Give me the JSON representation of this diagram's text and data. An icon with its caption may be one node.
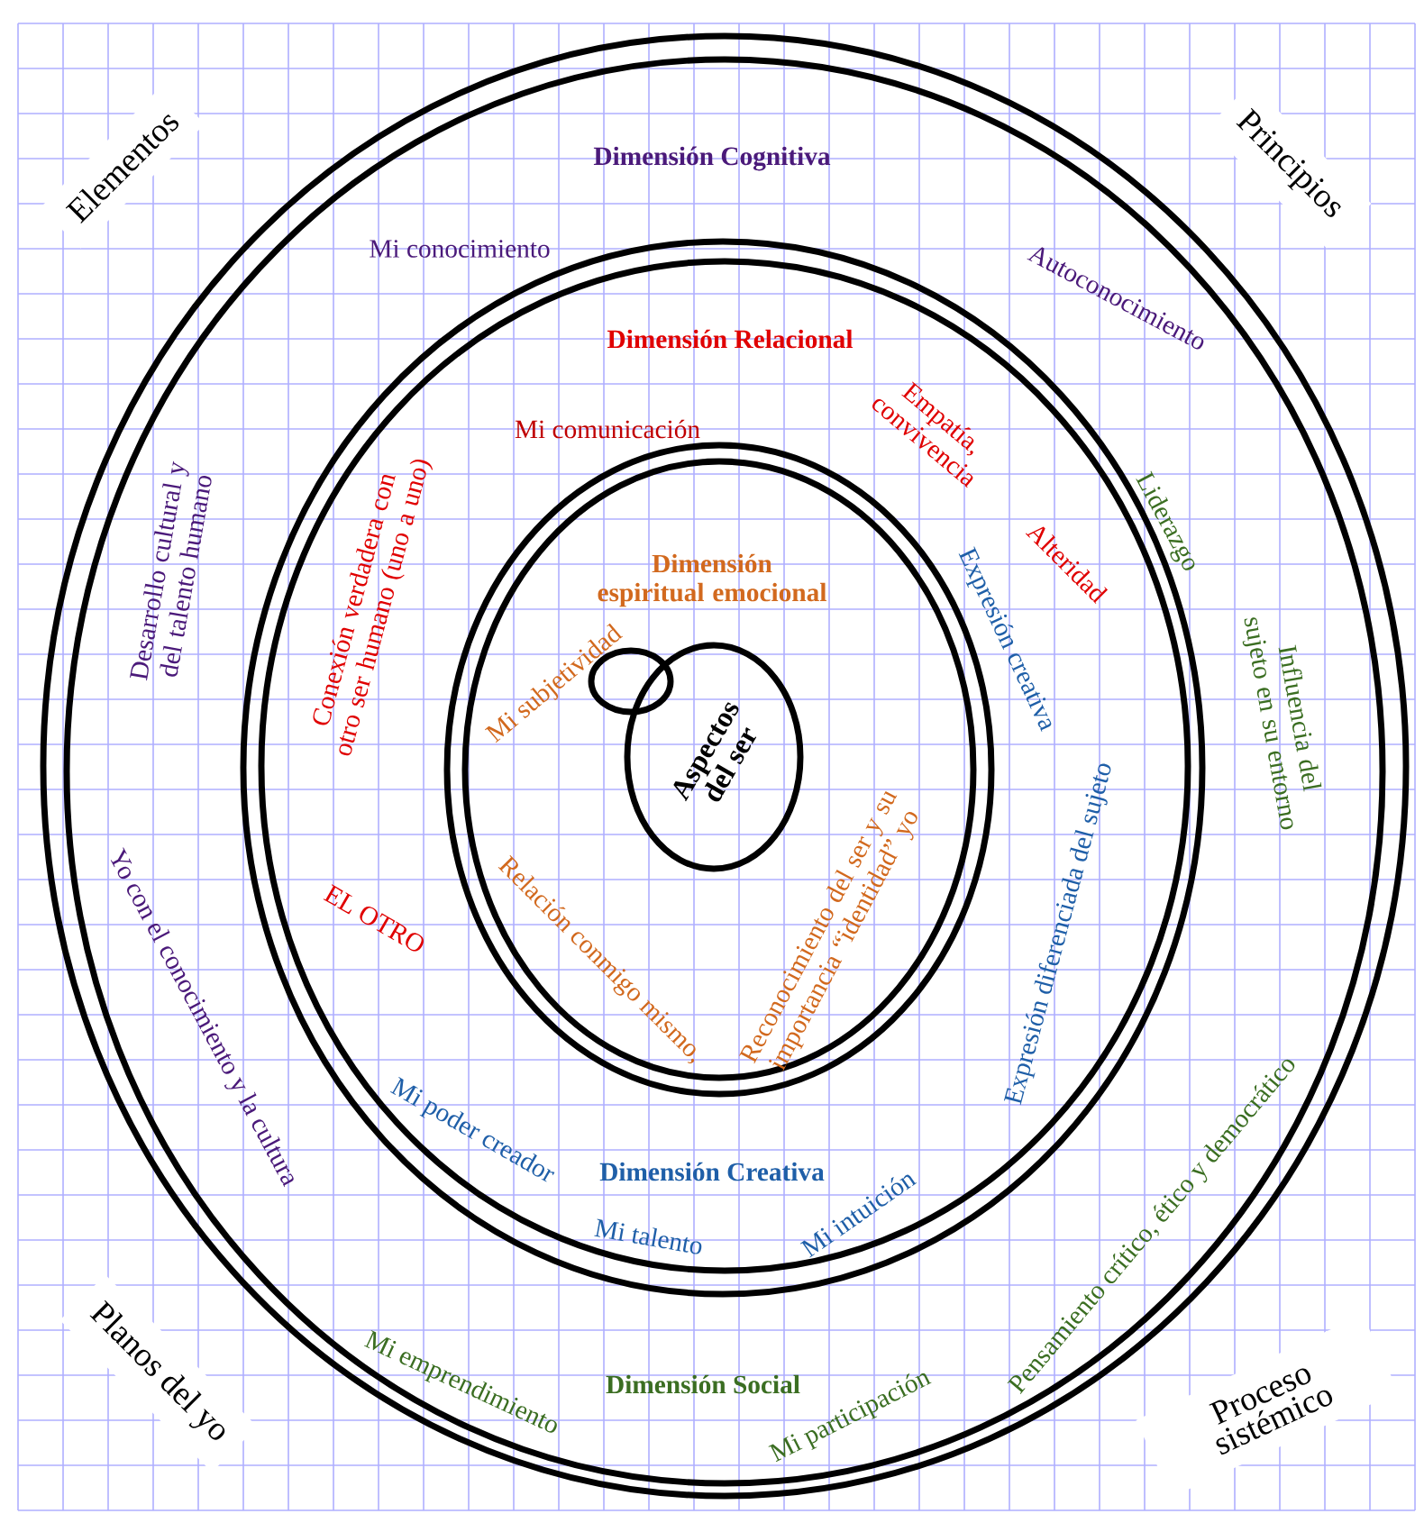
{
  "diagram": {
    "labels": [
      "Elementos",
      "Principios",
      "Dimensión Cognitiva",
      "Mi conocimiento",
      "Autoconocimiento",
      "Dimensión Relacional",
      "Mi comunicación",
      "Empatía, convivencia",
      "Alteridad",
      "Liderazgo",
      "Dimensión espiritual emocional",
      "Desarrollo cultural y del talento humano",
      "Conexión verdadera con otro ser humano (uno a uno)",
      "Mi subjetividad",
      "Expresión creativa",
      "Influencia del sujeto en su entorno",
      "Aspectos del ser",
      "Reconocimiento del ser y su importancia “identidad” yo",
      "Expresión diferenciada del sujeto",
      "EL OTRO",
      "Relación conmigo mismo,",
      "Yo con el conocimiento y la cultura",
      "Mi poder creador",
      "Dimensión Creativa",
      "Pensamiento crítico, ético y democrático",
      "Mi intuición",
      "Mi talento",
      "Planos del yo",
      "Dimensión Social",
      "Mi emprendimiento",
      "Mi participación",
      "Proceso sistémico"
    ]
  }
}
